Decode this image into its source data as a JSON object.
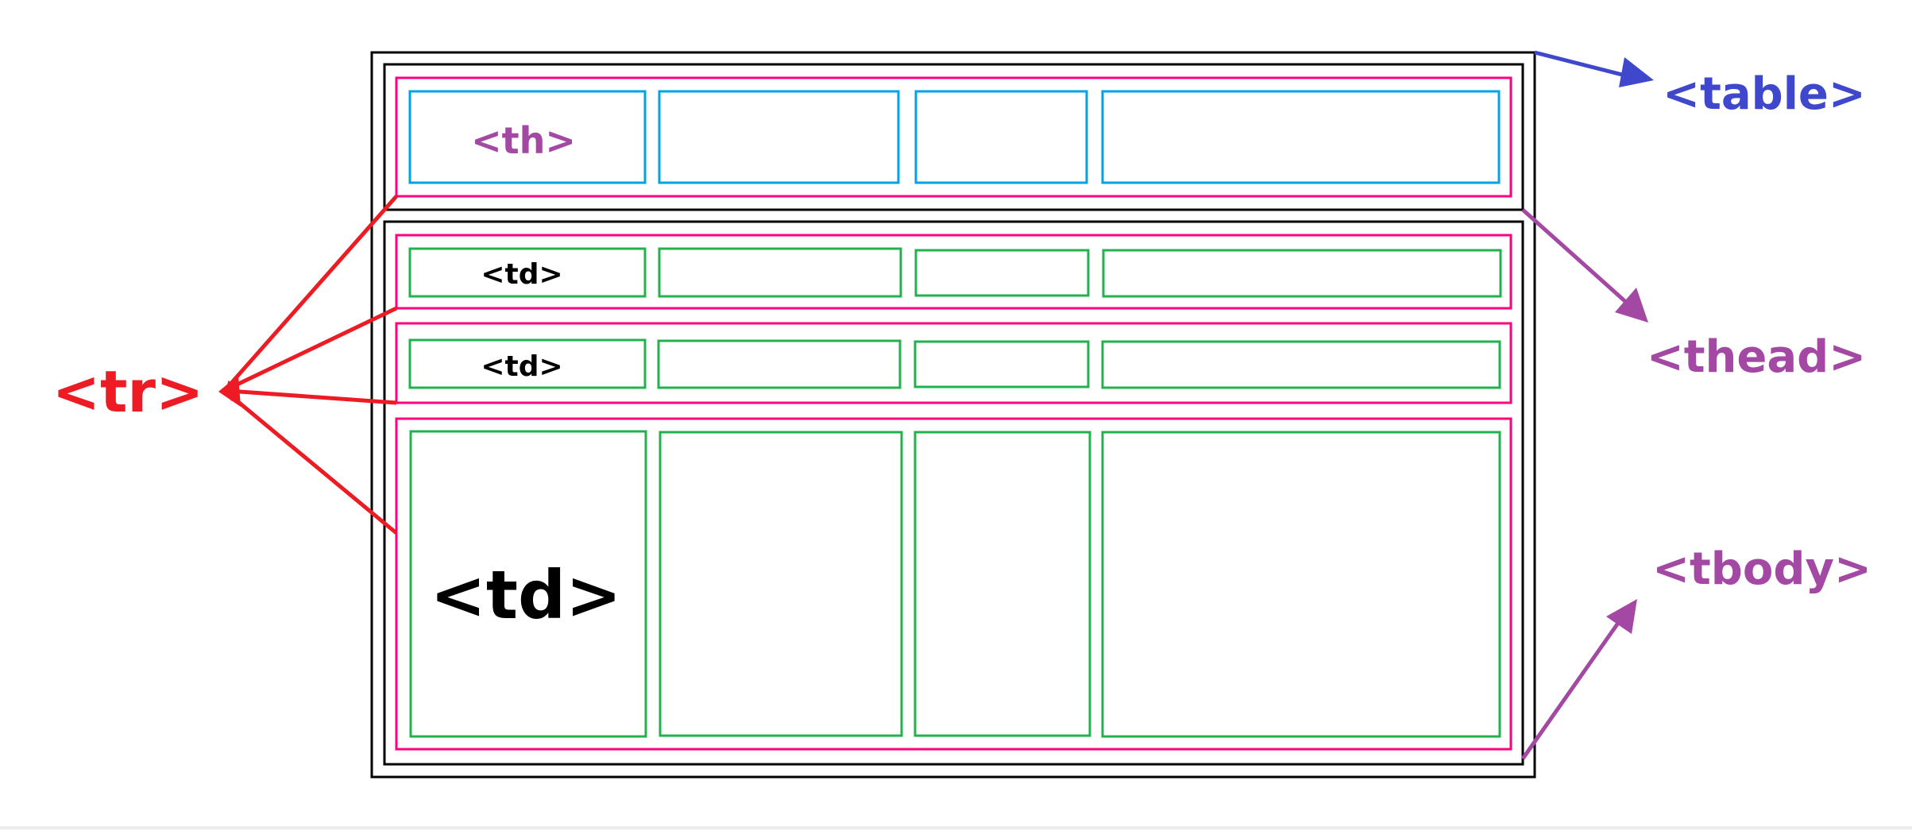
{
  "labels": {
    "table": "<table>",
    "thead": "<thead>",
    "tbody": "<tbody>",
    "tr": "<tr>",
    "th": "<th>",
    "td_row1": "<td>",
    "td_row2": "<td>",
    "td_row3": "<td>"
  },
  "colors": {
    "table": "#3f48cc",
    "section": "#a349a4",
    "tr": "#ed1c24",
    "row_border": "#ff007f",
    "th_border": "#00a2e8",
    "td_border": "#22b14c",
    "outline": "#000000"
  }
}
